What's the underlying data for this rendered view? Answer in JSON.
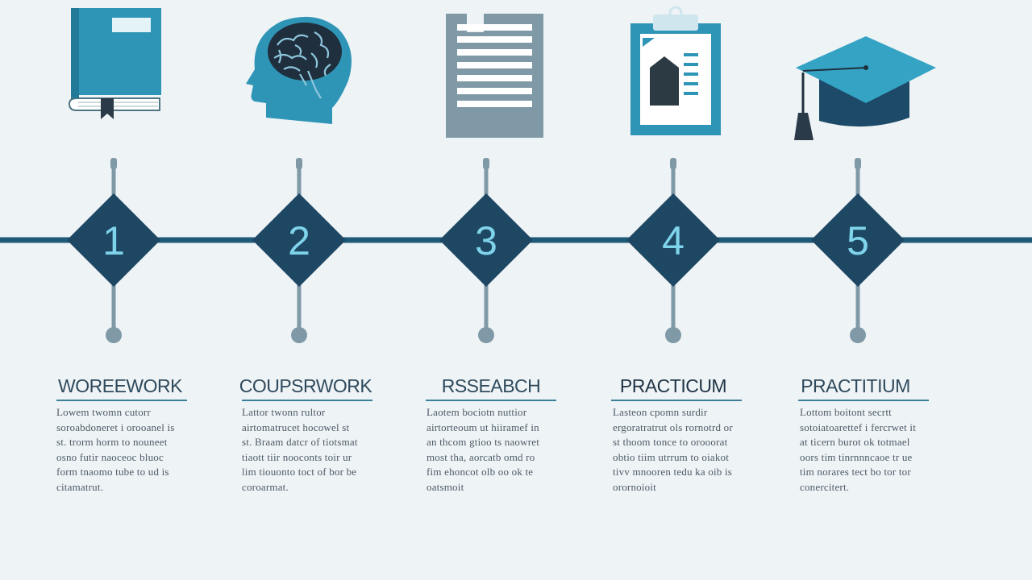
{
  "colors": {
    "background": "#eef3f6",
    "timeline": "#1f5a78",
    "diamond": "#1e4763",
    "number": "#7fd3ea",
    "icon_teal": "#2e94b4",
    "icon_gray": "#7f99a6",
    "rule": "#3c7f9a"
  },
  "steps": [
    {
      "number": "1",
      "icon": "book-icon",
      "title": "WOREEWORK",
      "body": "Lowem twomn cutorr\nsoroabdoneret i orooanel is\nst. trorm horm to nouneet\nosno futir naoceoc bluoc\nform tnaomo tube to ud is\ncitamatrut."
    },
    {
      "number": "2",
      "icon": "brain-head-icon",
      "title": "COUPSRWORK",
      "body": "Lattor twonn rultor\nairtomatrucet hocowel st\nst. Braam datcr of tiotsmat\ntiaott tiir nooconts toir ur\nlim tiouonto toct of bor be\ncoroarmat."
    },
    {
      "number": "3",
      "icon": "document-icon",
      "title": "RSSEABCH",
      "body": "Laotem bociotn nuttior\nairtorteoum ut hiiramef in\nan thcom gtioo ts naowret\nmost tha, aorcatb omd ro\nfim ehoncot olb oo ok te\noatsmoit"
    },
    {
      "number": "4",
      "icon": "clipboard-icon",
      "title": "PRACTICUM",
      "body": "Lasteon cpomn surdir\nergoratratrut ols rornotrd or\nst thoom tonce to orooorat\nobtio tiim utrrum to oiakot\ntivv mnooren tedu ka oib is\norornoioit"
    },
    {
      "number": "5",
      "icon": "graduation-cap-icon",
      "title": "PRACTITIUM",
      "body": "Lottom boitont secrtt\nsotoiatoarettef i fercrwet it\nat ticern burot ok totmael\noors tim tinrnnncaoe tr ue\ntim norares tect bo tor tor\nconercitert."
    }
  ]
}
